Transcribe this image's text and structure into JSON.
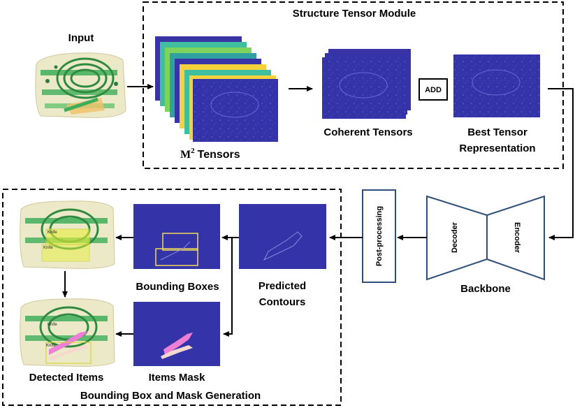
{
  "input_label": "Input",
  "structure_module": {
    "title": "Structure Tensor Module",
    "m2_prefix": "M",
    "m2_superscript": "2",
    "m2_suffix": "Tensors",
    "coherent_label": "Coherent Tensors",
    "add_label": "ADD",
    "best_label_line1": "Best Tensor",
    "best_label_line2": "Representation"
  },
  "backbone": {
    "decoder_label": "Decoder",
    "encoder_label": "Encoder",
    "label": "Backbone"
  },
  "postprocessing_label": "Post-processing",
  "generation_module": {
    "title": "Bounding Box and Mask Generation",
    "predicted_line1": "Predicted",
    "predicted_line2": "Contours",
    "bboxes_label": "Bounding Boxes",
    "items_mask_label": "Items Mask",
    "detected_label": "Detected Items",
    "tag_text": "Knife"
  },
  "colors": {
    "panel_blue": "#2f2f9c",
    "deep_blue": "#3a33a6",
    "tensor_teal": "#3fbfa0",
    "tensor_yellow": "#f5d13b",
    "tensor_green": "#7ed35e",
    "module_border": "#2f4f7a",
    "box_yellow": "#f0d95a",
    "mask_pink": "#ee7fd6",
    "mask_light": "#f6d8cf"
  }
}
